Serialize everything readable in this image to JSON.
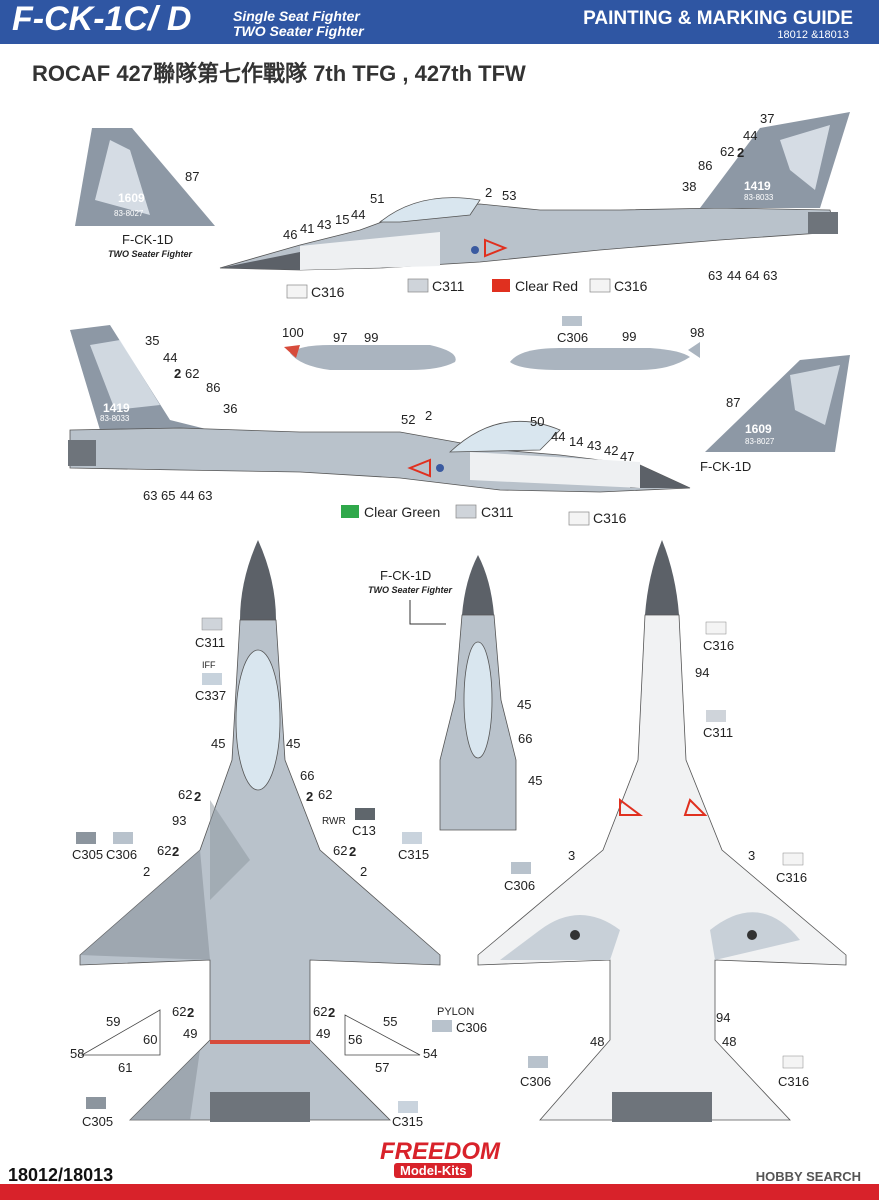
{
  "header": {
    "model": "F-CK-1C/ D",
    "variant_line1": "Single Seat Fighter",
    "variant_line2": "TWO Seater Fighter",
    "guide_title": "PAINTING & MARKING GUIDE",
    "kit_codes": "18012 &18013"
  },
  "subtitle": "ROCAF 427聯隊第七作戰隊 7th TFG , 427th TFW",
  "colors": {
    "header_blue": "#2f56a3",
    "C316": "#f4f4f4",
    "C311": "#cfd4da",
    "C306": "#b8c2cc",
    "C305": "#8c959e",
    "C315": "#c9d3dd",
    "C337": "#c7d2dc",
    "C13": "#5f666c",
    "clear_red": "#e0301f",
    "clear_green": "#2fa84a"
  },
  "side_view_top": {
    "variant_label": "F-CK-1D",
    "variant_sub": "TWO Seater Fighter",
    "tail_number": "1609",
    "tail_serial": "83-8027",
    "tail_number_right": "1419",
    "tail_serial_right": "83-8033",
    "callouts": [
      "87",
      "51",
      "2",
      "53",
      "46",
      "41",
      "43",
      "15",
      "44",
      "37",
      "44",
      "62",
      "2",
      "86",
      "38",
      "63",
      "44",
      "64",
      "63"
    ],
    "swatches": [
      "C316",
      "C311",
      "Clear Red",
      "C316"
    ]
  },
  "side_view_bottom": {
    "tail_number": "1419",
    "tail_serial": "83-8033",
    "callouts": [
      "35",
      "44",
      "2",
      "62",
      "86",
      "36",
      "52",
      "2",
      "50",
      "44",
      "14",
      "43",
      "42",
      "47",
      "63",
      "65",
      "44",
      "63"
    ],
    "swatches": [
      "Clear Green",
      "C311",
      "C316"
    ]
  },
  "tanks": {
    "left_callouts": [
      "100",
      "97",
      "99"
    ],
    "right_callouts": [
      "C306",
      "99",
      "98"
    ]
  },
  "fin_detail": {
    "callout": "87",
    "tail_number": "1609",
    "tail_serial": "83-8027",
    "label": "F-CK-1D"
  },
  "top_view": {
    "callouts": [
      "C311",
      "IFF",
      "C337",
      "45",
      "45",
      "62",
      "2",
      "66",
      "62",
      "2",
      "RWR",
      "C13",
      "93",
      "C305",
      "C306",
      "62",
      "2",
      "62",
      "2",
      "C315",
      "2",
      "2",
      "59",
      "60",
      "58",
      "61",
      "62",
      "2",
      "49",
      "62",
      "2",
      "49",
      "55",
      "56",
      "54",
      "57",
      "C305",
      "C315"
    ]
  },
  "cockpit_detail": {
    "label": "F-CK-1D",
    "sub": "TWO Seater Fighter",
    "callouts": [
      "45",
      "66",
      "45"
    ]
  },
  "bottom_view": {
    "callouts": [
      "C316",
      "94",
      "C311",
      "C306",
      "3",
      "3",
      "C316",
      "PYLON",
      "C306",
      "94",
      "48",
      "48",
      "C306",
      "C316"
    ]
  },
  "footer": {
    "code": "18012/18013",
    "brand_top": "FREEDOM",
    "brand_bottom": "Model-Kits",
    "watermark": "HOBBY SEARCH"
  }
}
